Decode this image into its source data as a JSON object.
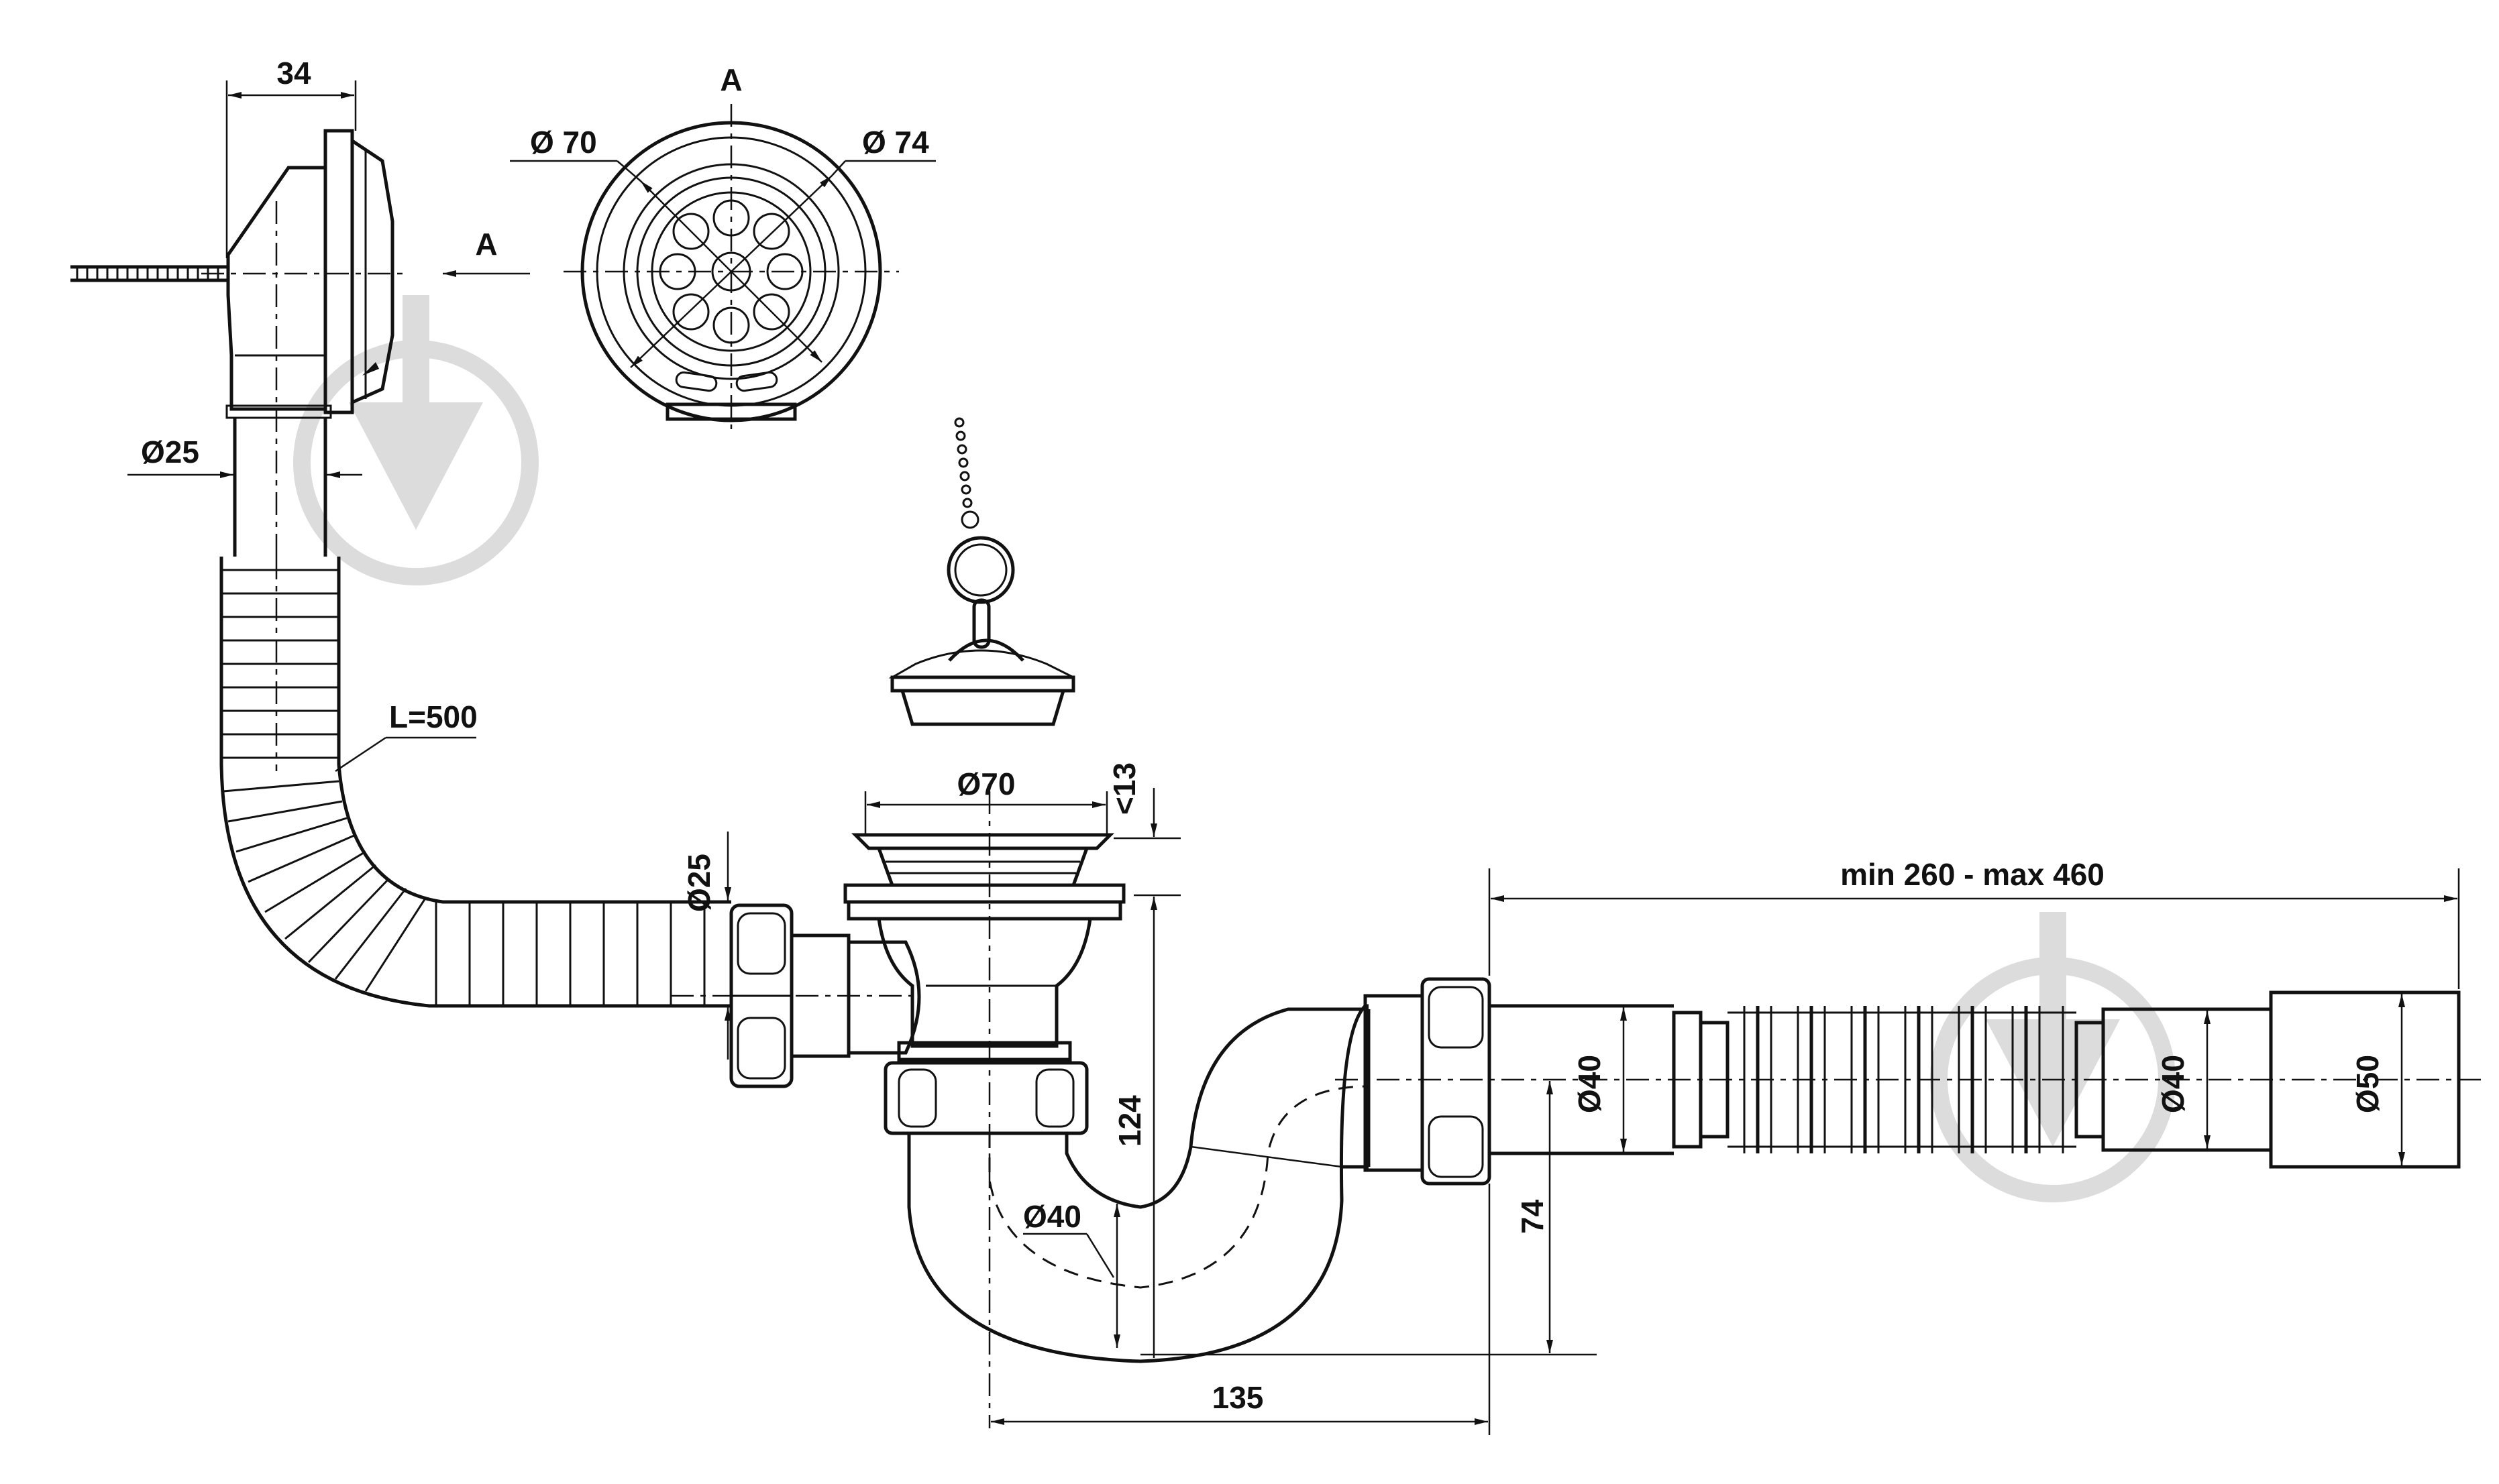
{
  "diagram": {
    "labels": {
      "dim_34": "34",
      "view_a_top": "A",
      "view_a_arrow": "A",
      "dia_70": "Ø 70",
      "dia_74": "Ø 74",
      "dia_25_top": "Ø25",
      "hose_length": "L=500",
      "dia_25_vertical": "Ø25",
      "grate_dia_70": "Ø70",
      "dim_13": "<13",
      "dim_124": "124",
      "trap_dia_40": "Ø40",
      "dim_74": "74",
      "dim_135": "135",
      "outlet_range": "min 260 - max 460",
      "outlet_dia_40_a": "Ø40",
      "outlet_dia_40_b": "Ø40",
      "outlet_dia_50": "Ø50"
    },
    "line_color": "#111111",
    "watermark_color": "#dcdcdc",
    "watermark_icons": [
      "droplet-arrow-icon",
      "droplet-arrow-icon"
    ]
  }
}
